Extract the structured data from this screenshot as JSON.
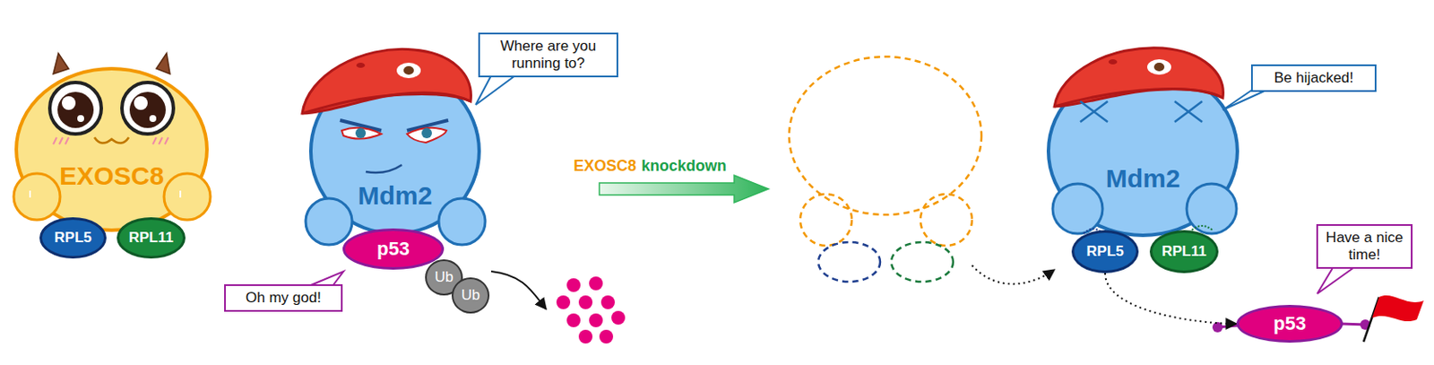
{
  "diagram": {
    "nodes": [
      {
        "text": [
          "EXOSC8"
        ]
      },
      {
        "text": [
          "RPL5"
        ]
      },
      {
        "text": [
          "RPL11"
        ]
      },
      {
        "text": [
          "Where are you running to?"
        ]
      },
      {
        "text": [
          "Mdm2"
        ]
      },
      {
        "text": [
          "p53"
        ]
      },
      {
        "text": [
          "Ub"
        ]
      },
      {
        "text": [
          "Ub"
        ]
      },
      {
        "text": [
          "Oh my god!"
        ]
      },
      {
        "text": [
          "Mdm2"
        ]
      },
      {
        "text": [
          "RPL5"
        ]
      },
      {
        "text": [
          "RPL11"
        ]
      },
      {
        "text": [
          "Be hijacked!"
        ]
      },
      {
        "text": [
          "Have a nice time!"
        ]
      },
      {
        "text": [
          "p53"
        ]
      }
    ],
    "edges": [
      {
        "from": 10,
        "to": 14,
        "arrow": "to"
      }
    ],
    "labels": [
      "EXOSC8",
      "knockdown"
    ]
  }
}
